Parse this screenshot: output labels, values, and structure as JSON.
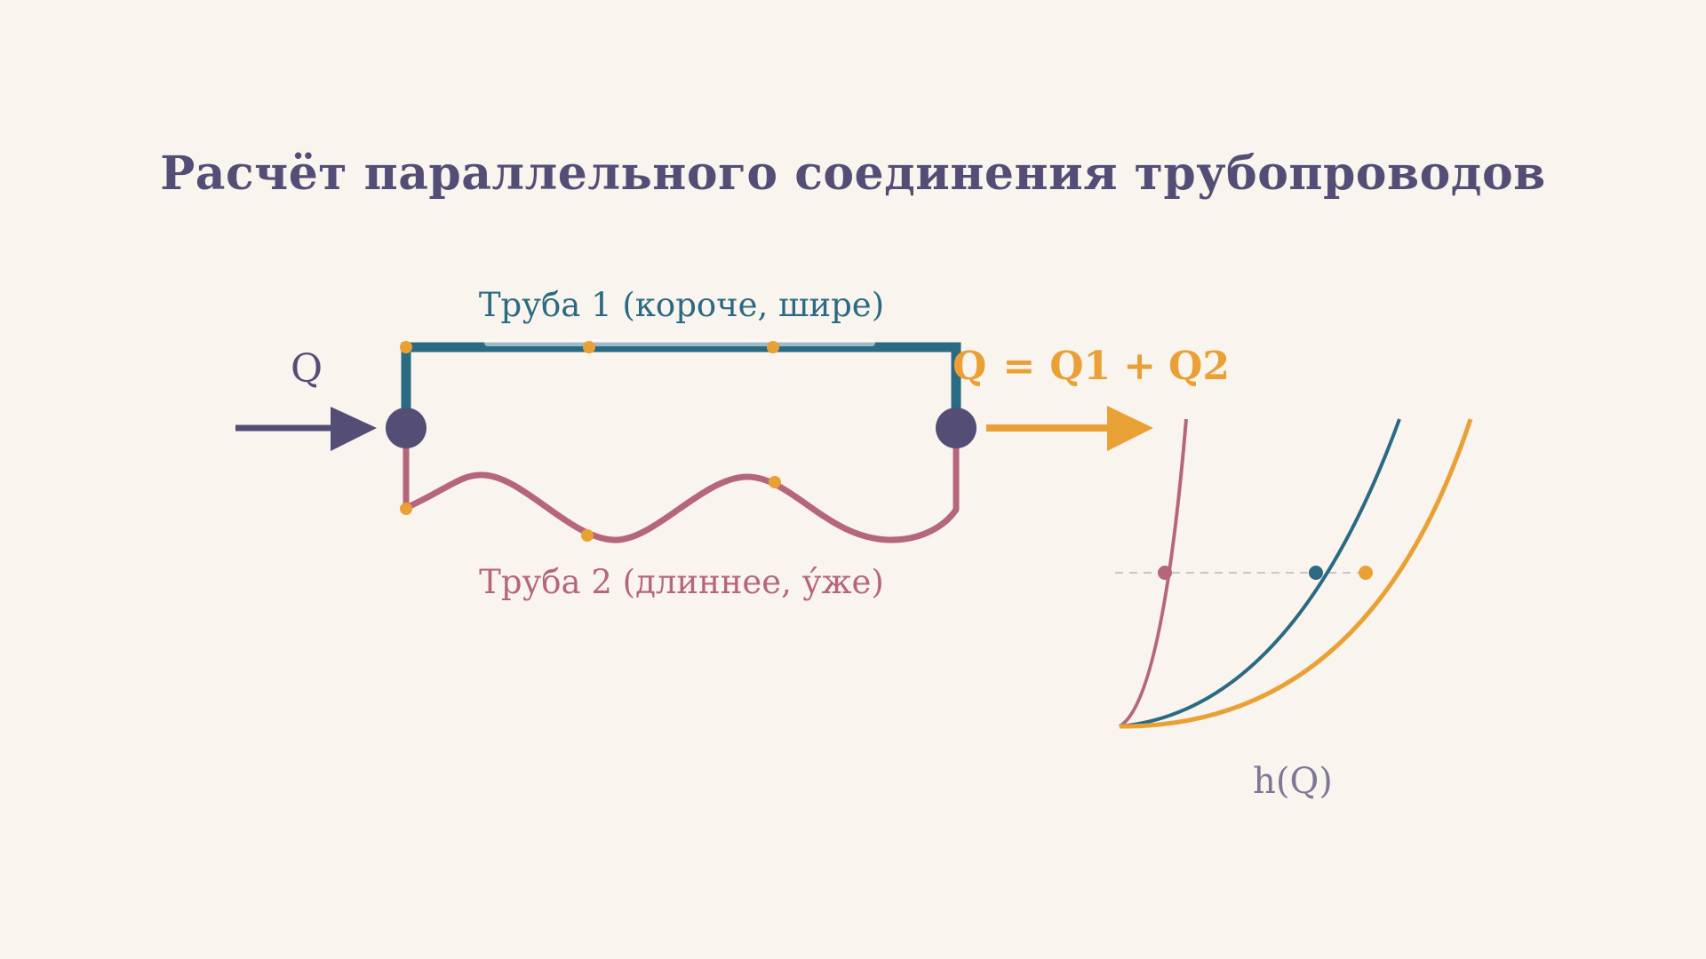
{
  "title": "Расчёт параллельного соединения трубопроводов",
  "inflow_label": "Q",
  "pipe1_label": "Труба 1 (короче, шире)",
  "pipe2_label": "Труба 2 (длиннее, у́же)",
  "balance": {
    "q": "Q",
    "eq": "=",
    "q1": "Q1",
    "plus": "+",
    "q2": "Q2"
  },
  "chart_label": "h(Q)",
  "colors": {
    "background": "#FAF4EE",
    "title": "#544E76",
    "pipe1": "#2A6A82",
    "pipe2": "#B5667C",
    "total": "#E9A035",
    "node": "#544E76",
    "guide": "#C8C8C8"
  }
}
